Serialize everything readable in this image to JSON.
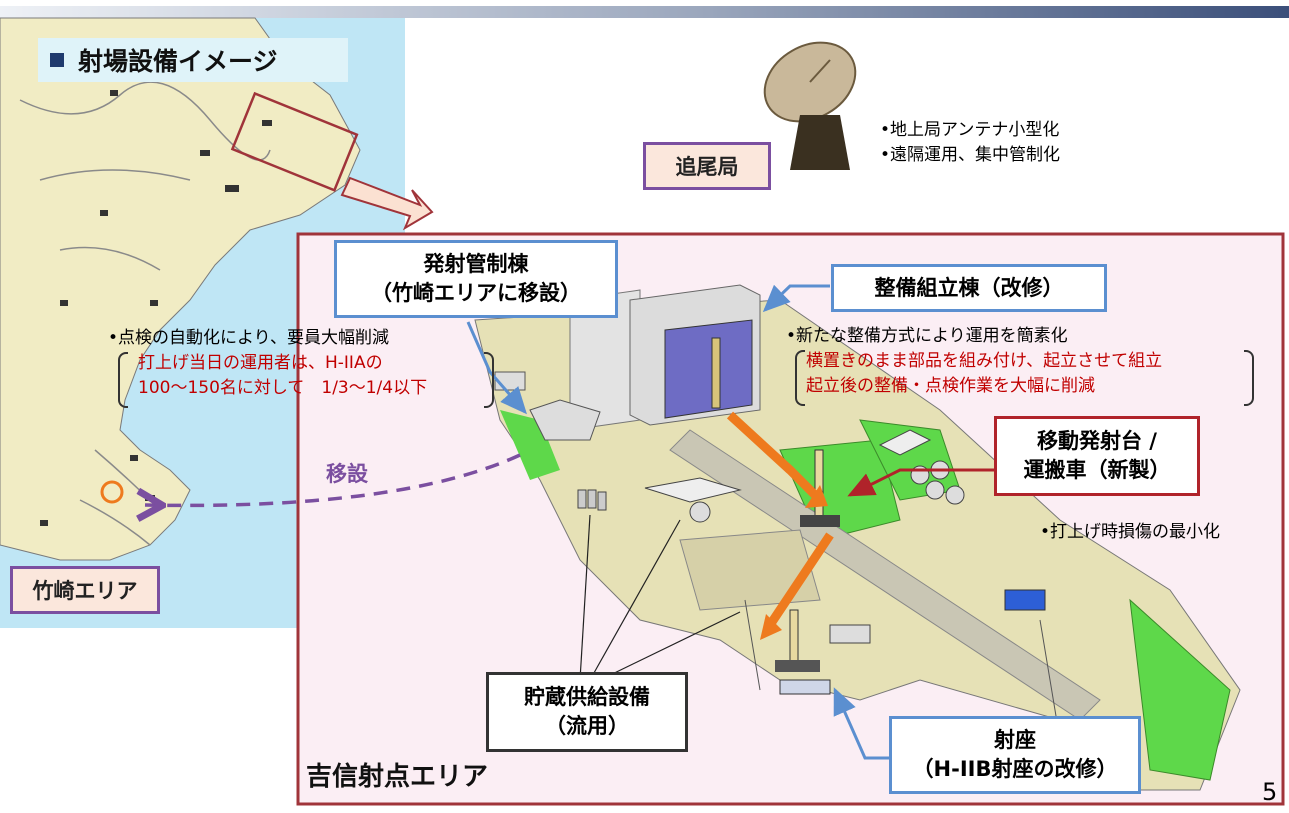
{
  "title": "射場設備イメージ",
  "page_number": "5",
  "area_labels": {
    "takesaki": "竹崎エリア",
    "yoshinobu": "吉信射点エリア",
    "tracking": "追尾局",
    "relocation": "移設"
  },
  "antenna_notes": [
    "•地上局アンテナ小型化",
    "•遠隔運用、集中管制化"
  ],
  "callouts": {
    "launch_control": [
      "発射管制棟",
      "（竹崎エリアに移設）"
    ],
    "assembly": [
      "整備組立棟（改修）"
    ],
    "mobile_launcher": [
      "移動発射台 /",
      "運搬車（新製）"
    ],
    "storage": [
      "貯蔵供給設備",
      "（流用）"
    ],
    "launch_pad": [
      "射座",
      "（H-IIB射座の改修）"
    ]
  },
  "notes": {
    "automation_head": "•点検の自動化により、要員大幅削減",
    "automation_red_1": "打上げ当日の運用者は、H-IIAの",
    "automation_red_2": "100～150名に対して　1/3～1/4以下",
    "assembly_head": "•新たな整備方式により運用を簡素化",
    "assembly_red_1": "横置きのまま部品を組み付け、起立させて組立",
    "assembly_red_2": "起立後の整備・点検作業を大幅に削減",
    "damage": "•打上げ時損傷の最小化"
  },
  "colors": {
    "sea": "#bfe6f5",
    "land": "#f1ecc4",
    "frame": "#a0343a",
    "callout_blue": "#5b8fd0",
    "callout_red": "#b0232a",
    "arrow_orange": "#ee7a1e",
    "dash_purple": "#7b4fa0",
    "grass": "#5ed84a"
  }
}
